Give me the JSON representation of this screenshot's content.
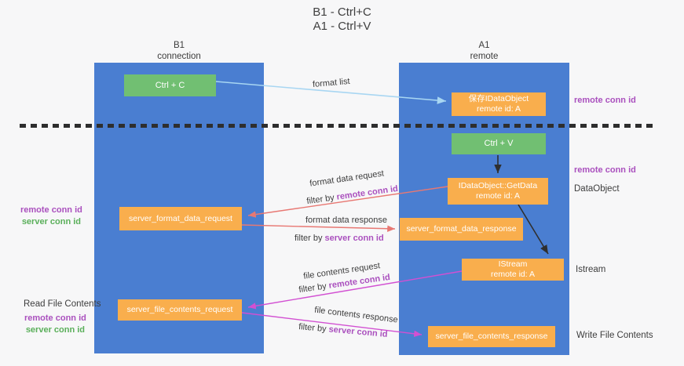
{
  "title": {
    "line1": "B1 - Ctrl+C",
    "line2": "A1 - Ctrl+V"
  },
  "columns": {
    "left": {
      "name": "B1",
      "subtitle": "connection"
    },
    "right": {
      "name": "A1",
      "subtitle": "remote"
    }
  },
  "nodes": {
    "ctrl_c": "Ctrl + C",
    "ctrl_v": "Ctrl + V",
    "save_idataobject": {
      "line1": "保存IDataObject",
      "line2": "remote id: A"
    },
    "getdata": {
      "line1": "IDataObject::GetData",
      "line2": "remote id: A"
    },
    "istream": {
      "line1": "IStream",
      "line2": "remote id: A"
    },
    "server_format_data_request": "server_format_data_request",
    "server_format_data_response": "server_format_data_response",
    "server_file_contents_request": "server_file_contents_request",
    "server_file_contents_response": "server_file_contents_response"
  },
  "edge_labels": {
    "format_list": "format list",
    "format_data_request": "format data request",
    "format_data_response": "format data response",
    "file_contents_request": "file contents request",
    "file_contents_response": "file contents response",
    "filter_by": "filter by ",
    "remote_conn_id": "remote conn id",
    "server_conn_id": "server conn id"
  },
  "side_labels": {
    "right_remote_conn_id_top": "remote conn id",
    "right_remote_conn_id_mid": "remote conn id",
    "dataobject": "DataObject",
    "istream": "Istream",
    "write_file_contents": "Write File Contents",
    "left_remote_conn_id_1": "remote conn id",
    "left_server_conn_id_1": "server conn id",
    "read_file_contents": "Read File Contents",
    "left_remote_conn_id_2": "remote conn id",
    "left_server_conn_id_2": "server conn id"
  },
  "colors": {
    "background": "#f7f7f8",
    "lifeline_blue": "#4a7ed1",
    "node_orange": "#f9ae4d",
    "node_green": "#71bf72",
    "node_text": "#ffffff",
    "purple_id": "#aa50be",
    "green_id": "#5aaf5a",
    "arrow_light_blue": "#a8d6f2",
    "arrow_red": "#e87873",
    "arrow_magenta": "#d250d2",
    "arrow_black": "#2f2f2f",
    "text_dark": "#3d3d3d"
  }
}
